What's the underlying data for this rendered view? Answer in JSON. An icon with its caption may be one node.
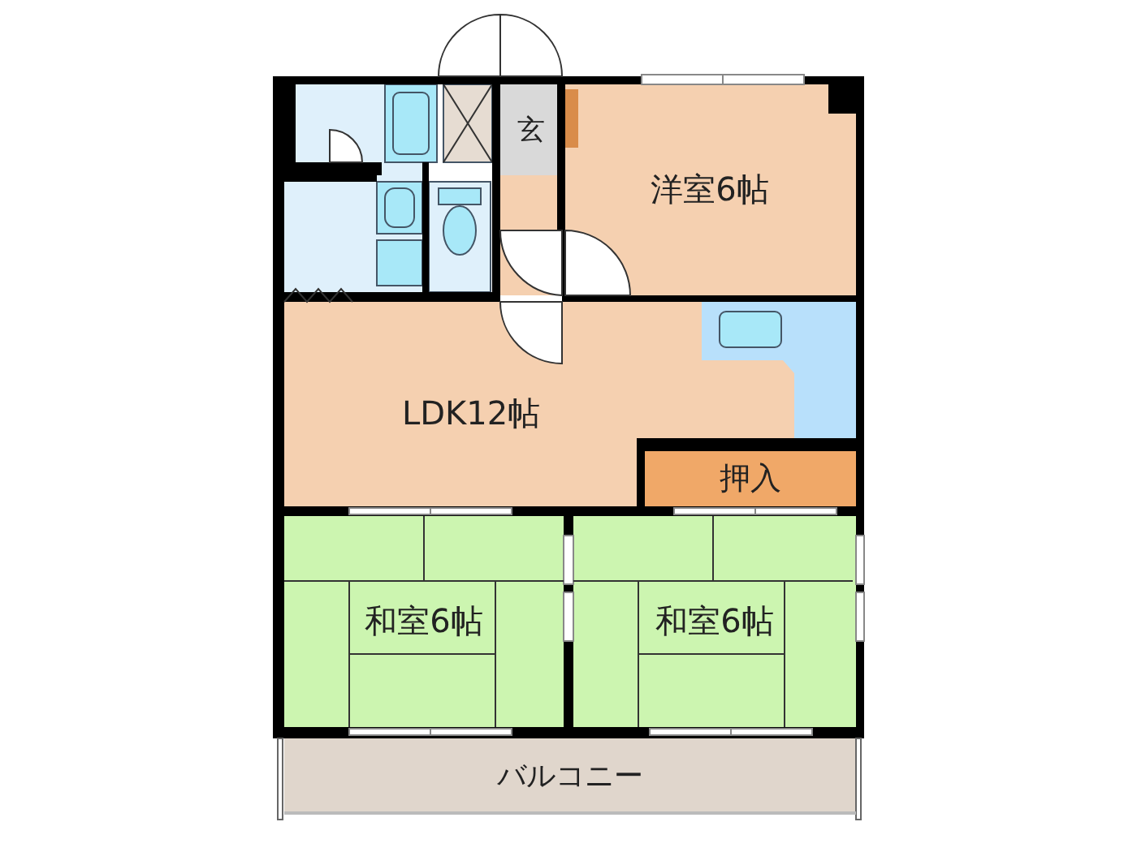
{
  "diagram": {
    "nodes": [
      {
        "text": [
          "玄"
        ]
      },
      {
        "text": [
          "洋室6帖"
        ]
      },
      {
        "text": [
          "LDK12帖"
        ]
      },
      {
        "text": [
          "押入"
        ]
      },
      {
        "text": [
          "和室6帖"
        ]
      },
      {
        "text": [
          "和室6帖"
        ]
      },
      {
        "text": [
          "バルコニー"
        ]
      }
    ]
  }
}
